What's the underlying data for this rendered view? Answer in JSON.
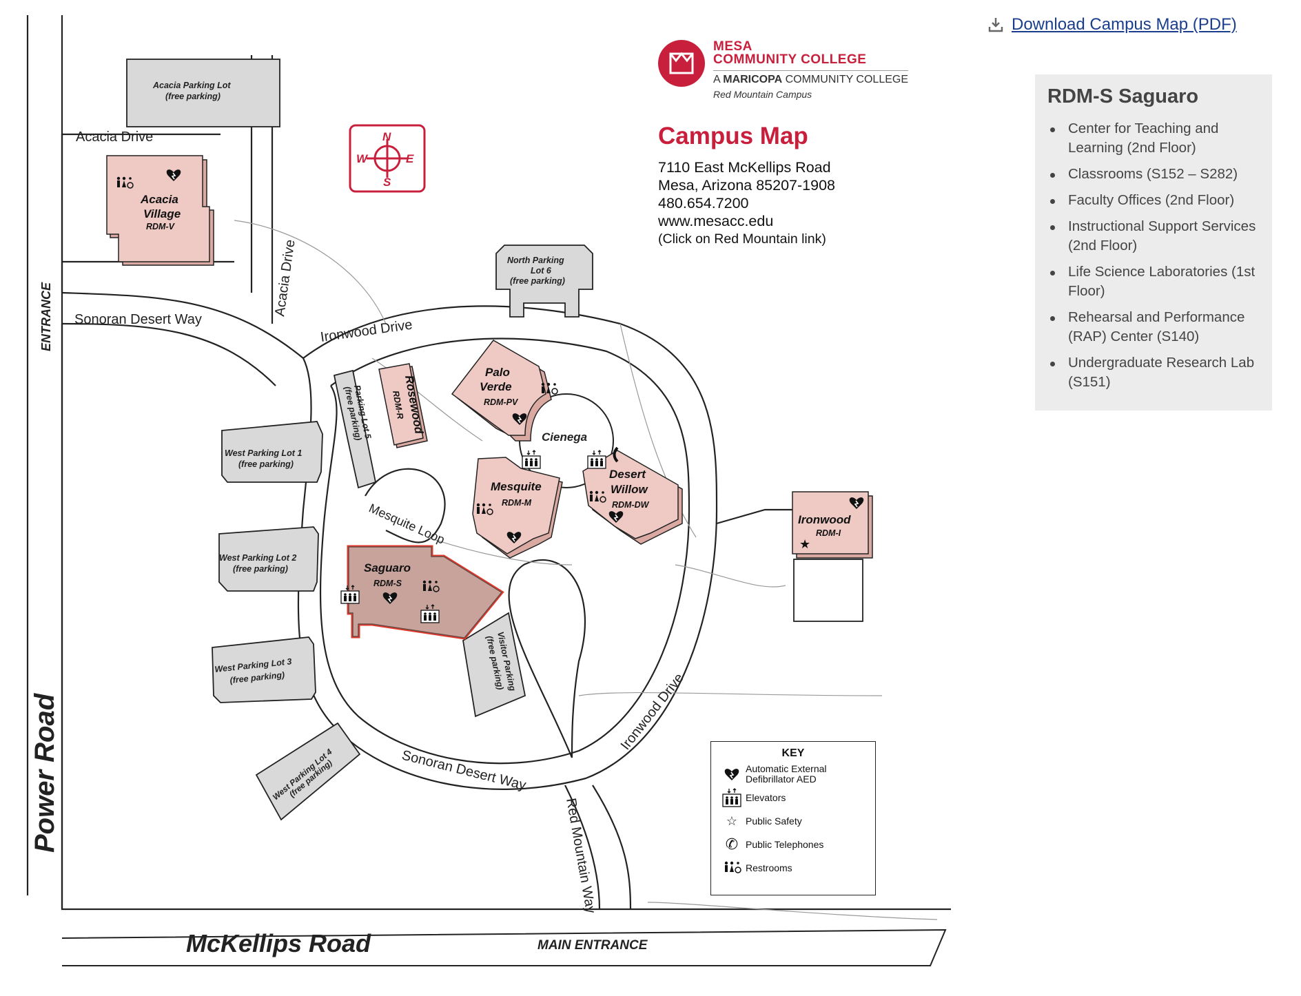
{
  "download": {
    "label": "Download Campus Map (PDF)",
    "icon": "download-icon"
  },
  "sidebar": {
    "title": "RDM-S Saguaro",
    "items": [
      "Center for Teaching and Learning (2nd Floor)",
      "Classrooms (S152 – S282)",
      "Faculty Offices (2nd Floor)",
      "Instructional Support Services (2nd Floor)",
      "Life Science Laboratories (1st Floor)",
      "Rehearsal and Performance (RAP) Center (S140)",
      "Undergraduate Research Lab (S151)"
    ]
  },
  "logo": {
    "line1": "MESA",
    "line2": "COMMUNITY COLLEGE",
    "line3_prefix": "A ",
    "line3_bold": "MARICOPA",
    "line3_suffix": " COMMUNITY COLLEGE",
    "line4": "Red Mountain Campus"
  },
  "info": {
    "title": "Campus Map",
    "address1": "7110 East McKellips Road",
    "address2": "Mesa, Arizona  85207-1908",
    "phone": "480.654.7200",
    "web": "www.mesacc.edu",
    "note": "(Click on Red Mountain link)"
  },
  "compass": {
    "n": "N",
    "s": "S",
    "e": "E",
    "w": "W"
  },
  "roads": {
    "acacia_drive_top": "Acacia Drive",
    "acacia_drive_vertical": "Acacia Drive",
    "sonoran_top": "Sonoran Desert Way",
    "sonoran_bottom": "Sonoran Desert Way",
    "ironwood_top": "Ironwood Drive",
    "ironwood_right": "Ironwood Drive",
    "mesquite_loop": "Mesquite Loop",
    "red_mountain_way": "Red Mountain Way",
    "power_road": "Power Road",
    "mckellips_road": "McKellips Road",
    "main_entrance": "MAIN ENTRANCE",
    "entrance": "ENTRANCE",
    "cienega": "Cienega"
  },
  "lots": {
    "acacia": [
      "Acacia Parking Lot",
      "(free parking)"
    ],
    "north6": [
      "North Parking",
      "Lot 6",
      "(free parking)"
    ],
    "lot5": [
      "Parking Lot 5",
      "(free parking)"
    ],
    "west1": [
      "West Parking Lot 1",
      "(free parking)"
    ],
    "west2": [
      "West Parking Lot 2",
      "(free parking)"
    ],
    "west3": [
      "West Parking Lot 3",
      "(free parking)"
    ],
    "west4": [
      "West Parking Lot 4",
      "(free parking)"
    ],
    "visitor": [
      "Visitor Parking",
      "(free parking)"
    ]
  },
  "buildings": {
    "acacia": {
      "name1": "Acacia",
      "name2": "Village",
      "code": "RDM-V"
    },
    "rosewood": {
      "name": "Rosewood",
      "code": "RDM-R"
    },
    "palo_verde": {
      "name1": "Palo",
      "name2": "Verde",
      "code": "RDM-PV"
    },
    "mesquite": {
      "name": "Mesquite",
      "code": "RDM-M"
    },
    "desert_willow": {
      "name1": "Desert",
      "name2": "Willow",
      "code": "RDM-DW"
    },
    "ironwood": {
      "name": "Ironwood",
      "code": "RDM-I"
    },
    "saguaro": {
      "name": "Saguaro",
      "code": "RDM-S"
    }
  },
  "key": {
    "title": "KEY",
    "items": [
      {
        "icon": "aed-heart-icon",
        "label1": "Automatic External",
        "label2": "Defibrillator  AED"
      },
      {
        "icon": "elevator-icon",
        "label1": "Elevators",
        "label2": ""
      },
      {
        "icon": "public-safety-star-icon",
        "label1": "Public Safety",
        "label2": ""
      },
      {
        "icon": "telephone-icon",
        "label1": "Public Telephones",
        "label2": ""
      },
      {
        "icon": "restroom-icon",
        "label1": "Restrooms",
        "label2": ""
      }
    ]
  },
  "colors": {
    "building_fill": "#efc9c3",
    "building_shadow": "#d9a9a2",
    "saguaro_fill": "#c7a39c",
    "saguaro_outline": "#e2382b",
    "lot_fill": "#d9d9d9",
    "brand_red": "#c8203c",
    "link_blue": "#1a3e8c",
    "sidebar_bg": "#ececec"
  }
}
